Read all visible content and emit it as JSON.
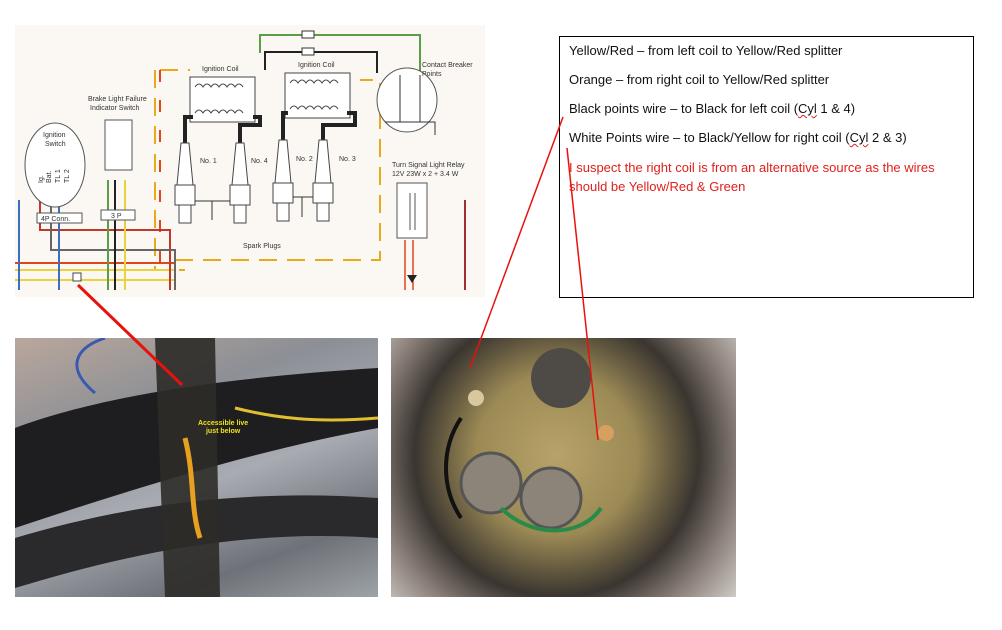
{
  "diagram": {
    "labels": {
      "ignition_switch": [
        "Ignition",
        "Switch"
      ],
      "switch_terminals": [
        "Ig.",
        "Bat.",
        "TL 1",
        "TL 2"
      ],
      "connector_4p": "4P Conn.",
      "brake_switch": [
        "Brake Light Failure",
        "Indicator Switch"
      ],
      "connector_3p": "3 P",
      "ignition_coil_left": "Ignition Coil",
      "ignition_coil_right": "Ignition Coil",
      "plugs": [
        "No. 1",
        "No. 4",
        "No. 2",
        "No. 3"
      ],
      "spark_plugs": "Spark Plugs",
      "contact_breaker": [
        "Contact Breaker",
        "Points"
      ],
      "relay": [
        "Turn Signal Light Relay",
        "12V 23W x 2 + 3.4 W"
      ]
    }
  },
  "notes": {
    "lines": [
      "Yellow/Red – from left coil to Yellow/Red splitter",
      "Orange – from right coil to Yellow/Red splitter"
    ],
    "line3_pre": "Black points wire – to Black for left coil (",
    "line3_sq": "Cyl",
    "line3_post": " 1 & 4)",
    "line4_pre": "White Points wire – to Black/Yellow for right coil (",
    "line4_sq": "Cyl",
    "line4_post": " 2 & 3)",
    "suspicion": "I suspect the right coil is from an alternative source as the wires should be Yellow/Red & Green"
  },
  "photo1": {
    "caption": [
      "Accessible live",
      "just below"
    ]
  },
  "colors": {
    "annotation_red": "#e8120c",
    "note_red": "#e0201c"
  }
}
